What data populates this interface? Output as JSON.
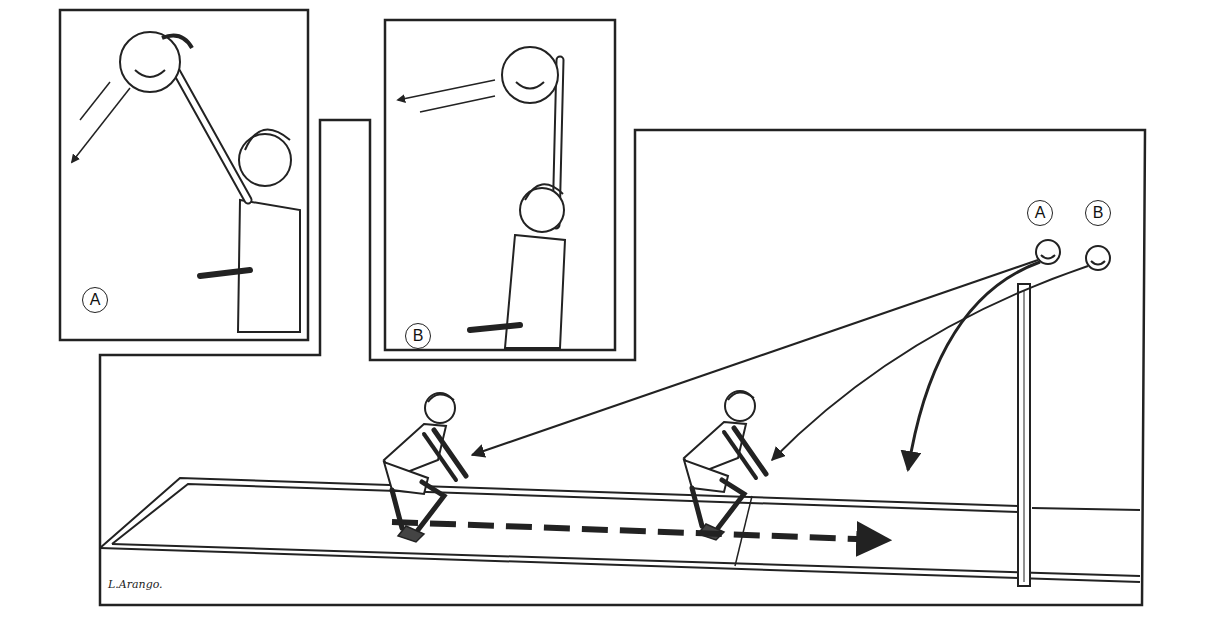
{
  "diagram": {
    "nodes": [
      {
        "text": [
          "A"
        ]
      },
      {
        "text": [
          "B"
        ]
      },
      {
        "text": [
          "A"
        ]
      },
      {
        "text": [
          "B"
        ]
      }
    ],
    "labels": [
      "L.Arango."
    ]
  }
}
